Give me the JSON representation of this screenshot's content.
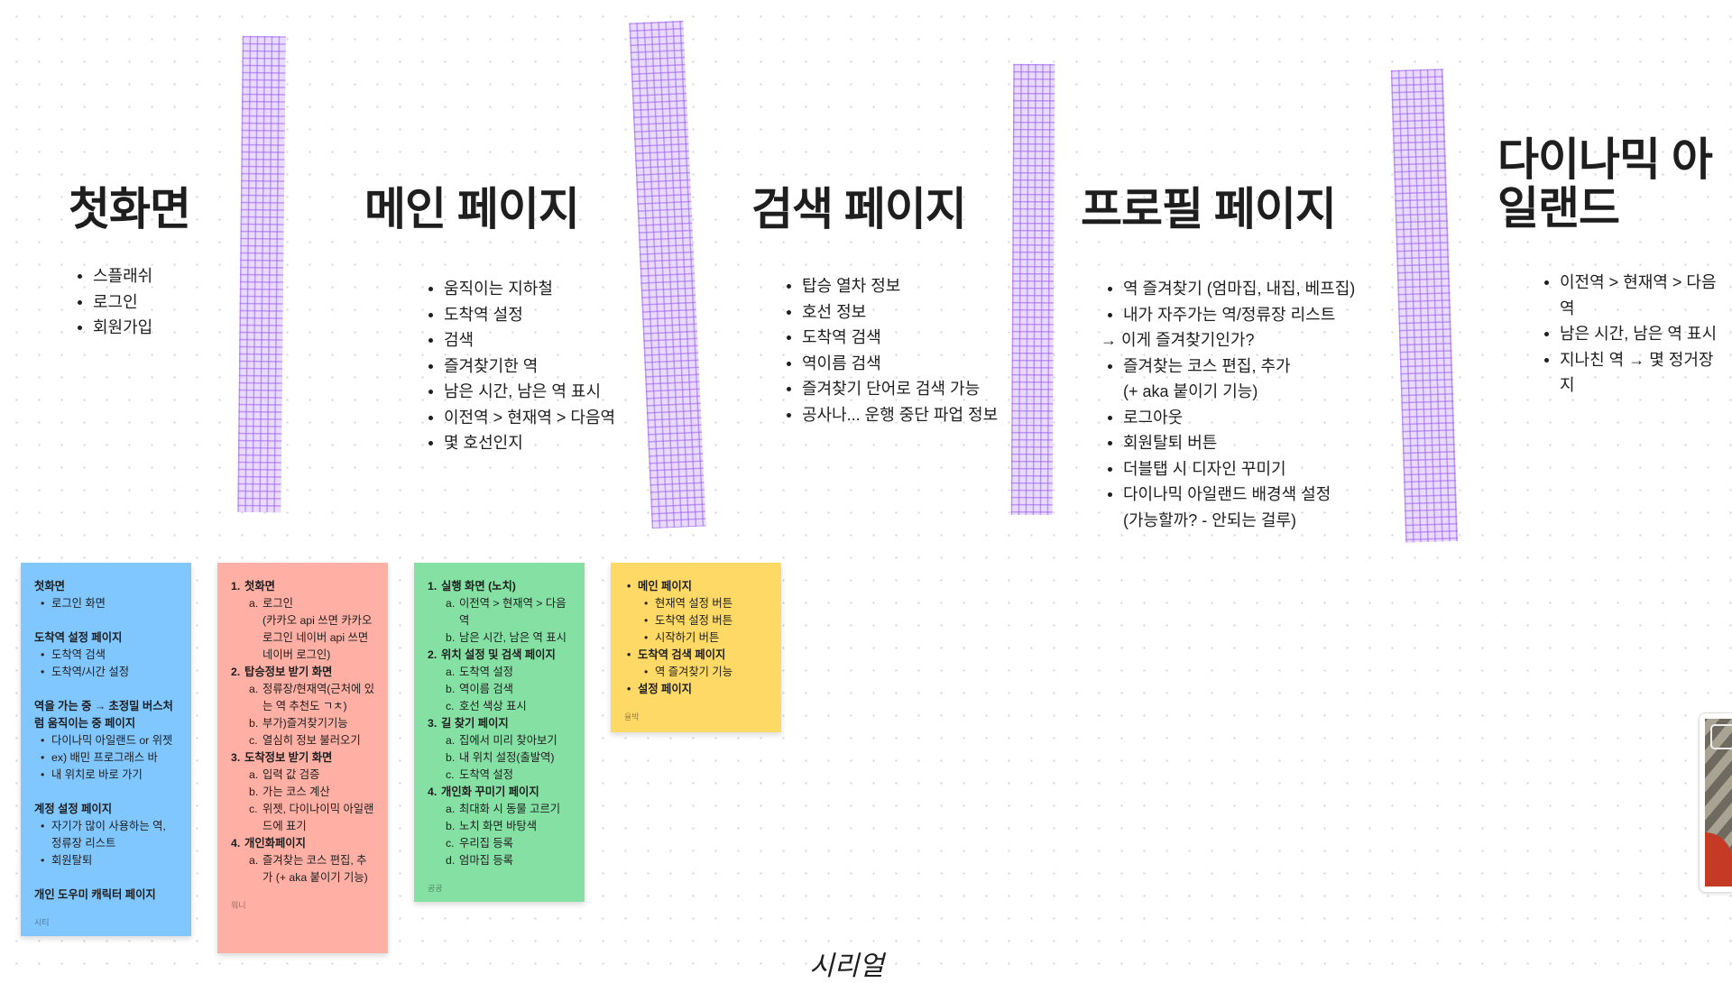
{
  "sections": [
    {
      "title": "첫화면",
      "items": [
        {
          "text": "스플래쉬",
          "type": "bul"
        },
        {
          "text": "로그인",
          "type": "bul"
        },
        {
          "text": "회원가입",
          "type": "bul"
        }
      ]
    },
    {
      "title": "메인 페이지",
      "items": [
        {
          "text": "움직이는 지하철",
          "type": "bul"
        },
        {
          "text": "도착역 설정",
          "type": "bul"
        },
        {
          "text": "검색",
          "type": "bul"
        },
        {
          "text": "즐겨찾기한 역",
          "type": "bul"
        },
        {
          "text": "남은 시간, 남은 역 표시",
          "type": "bul"
        },
        {
          "text": "이전역 > 현재역 > 다음역",
          "type": "bul"
        },
        {
          "text": "몇 호선인지",
          "type": "bul"
        }
      ]
    },
    {
      "title": "검색 페이지",
      "items": [
        {
          "text": "탑승 열차 정보",
          "type": "bul"
        },
        {
          "text": "호선 정보",
          "type": "bul"
        },
        {
          "text": "도착역 검색",
          "type": "bul"
        },
        {
          "text": "역이름 검색",
          "type": "bul"
        },
        {
          "text": "즐겨찾기 단어로 검색 가능",
          "type": "bul"
        },
        {
          "text": "공사나... 운행 중단 파업 정보",
          "type": "bul"
        }
      ]
    },
    {
      "title": "프로필 페이지",
      "items": [
        {
          "text": "역 즐겨찾기 (엄마집, 내집, 베프집)",
          "type": "bul"
        },
        {
          "text": "내가 자주가는 역/정류장 리스트",
          "type": "bul"
        },
        {
          "text": "→ 이게 즐겨찾기인가?",
          "type": "plain"
        },
        {
          "text": "즐겨찾는 코스 편집, 추가",
          "type": "bul"
        },
        {
          "text": "(+ aka 붙이기 기능)",
          "type": "cont"
        },
        {
          "text": "로그아웃",
          "type": "bul"
        },
        {
          "text": "회원탈퇴 버튼",
          "type": "bul"
        },
        {
          "text": "더블탭 시 디자인 꾸미기",
          "type": "bul"
        },
        {
          "text": "다이나믹 아일랜드 배경색 설정",
          "type": "bul"
        },
        {
          "text": "(가능할까? - 안되는 걸루)",
          "type": "cont"
        }
      ]
    },
    {
      "title": "다이나믹 아일랜드",
      "items": [
        {
          "text": "이전역 > 현재역 > 다음역",
          "type": "bul"
        },
        {
          "text": "남은 시간, 남은 역 표시",
          "type": "bul"
        },
        {
          "text": "지나친 역 → 몇 정거장 지",
          "type": "bul"
        }
      ]
    }
  ],
  "stickies": [
    {
      "color": "#80c6ff",
      "author": "시티",
      "lines": [
        {
          "text": "첫화면",
          "kind": "h"
        },
        {
          "text": "로그인 화면",
          "kind": "b",
          "level": 1
        },
        {
          "kind": "gap"
        },
        {
          "text": "도착역 설정 페이지",
          "kind": "h"
        },
        {
          "text": "도착역 검색",
          "kind": "b",
          "level": 1
        },
        {
          "text": "도착역/시간 설정",
          "kind": "b",
          "level": 1
        },
        {
          "kind": "gap"
        },
        {
          "text": "역을 가는 중 → 초정밀 버스처럼 움직이는 중 페이지",
          "kind": "h"
        },
        {
          "text": "다이나믹 아일랜드 or 위젯",
          "kind": "b",
          "level": 1
        },
        {
          "text": "ex) 배민 프로그래스 바",
          "kind": "b",
          "level": 1
        },
        {
          "text": "내 위치로 바로 가기",
          "kind": "b",
          "level": 1
        },
        {
          "kind": "gap"
        },
        {
          "text": "계정 설정 페이지",
          "kind": "h"
        },
        {
          "text": "자기가 많이 사용하는 역, 정류장 리스트",
          "kind": "b",
          "level": 1
        },
        {
          "text": "회원탈퇴",
          "kind": "b",
          "level": 1
        },
        {
          "kind": "gap"
        },
        {
          "text": "개인 도우미 캐릭터 페이지",
          "kind": "h"
        }
      ]
    },
    {
      "color": "#ffafa3",
      "author": "워니",
      "lines": [
        {
          "text": "첫화면",
          "kind": "h",
          "marker": "1."
        },
        {
          "text": "로그인",
          "kind": "o",
          "marker": "a."
        },
        {
          "text": "(카카오 api 쓰면 카카오 로그인 네이버 api 쓰면 네이버 로그인)",
          "kind": "c"
        },
        {
          "text": "탑승정보 받기 화면",
          "kind": "h",
          "marker": "2."
        },
        {
          "text": "정류장/현재역(근처에 있는 역 추천도 ㄱㅊ)",
          "kind": "o",
          "marker": "a."
        },
        {
          "text": "부가)즐겨찾기기능",
          "kind": "o",
          "marker": "b."
        },
        {
          "text": "열심히 정보 불러오기",
          "kind": "o",
          "marker": "c."
        },
        {
          "text": "도착정보 받기 화면",
          "kind": "h",
          "marker": "3."
        },
        {
          "text": "입력 값 검증",
          "kind": "o",
          "marker": "a."
        },
        {
          "text": "가는 코스 계산",
          "kind": "o",
          "marker": "b."
        },
        {
          "text": "위젯, 다이나이믹 아일랜드에 표기",
          "kind": "o",
          "marker": "c."
        },
        {
          "text": "개인화페이지",
          "kind": "h",
          "marker": "4."
        },
        {
          "text": "즐겨찾는 코스 편집, 추가 (+ aka 붙이기 기능)",
          "kind": "o",
          "marker": "a."
        }
      ]
    },
    {
      "color": "#85e0a3",
      "author": "공공",
      "lines": [
        {
          "text": "실행 화면 (노치)",
          "kind": "h",
          "marker": "1."
        },
        {
          "text": "이전역 > 현재역 > 다음역",
          "kind": "o",
          "marker": "a."
        },
        {
          "text": "남은 시간, 남은 역 표시",
          "kind": "o",
          "marker": "b."
        },
        {
          "text": "위치 설정 및 검색 페이지",
          "kind": "h",
          "marker": "2."
        },
        {
          "text": "도착역 설정",
          "kind": "o",
          "marker": "a."
        },
        {
          "text": "역이름 검색",
          "kind": "o",
          "marker": "b."
        },
        {
          "text": "호선 색상 표시",
          "kind": "o",
          "marker": "c."
        },
        {
          "text": "길 찾기 페이지",
          "kind": "h",
          "marker": "3."
        },
        {
          "text": "집에서 미리 찾아보기",
          "kind": "o",
          "marker": "a."
        },
        {
          "text": "내 위치 설정(출발역)",
          "kind": "o",
          "marker": "b."
        },
        {
          "text": "도착역 설정",
          "kind": "o",
          "marker": "c."
        },
        {
          "text": "개인화 꾸미기 페이지",
          "kind": "h",
          "marker": "4."
        },
        {
          "text": "최대화 시 동물 고르기",
          "kind": "o",
          "marker": "a."
        },
        {
          "text": "노치 화면 바탕색",
          "kind": "o",
          "marker": "b."
        },
        {
          "text": "우리집 등록",
          "kind": "o",
          "marker": "c."
        },
        {
          "text": "엄마집 등록",
          "kind": "o",
          "marker": "d."
        }
      ]
    },
    {
      "color": "#ffd966",
      "author": "율박",
      "lines": [
        {
          "text": "메인 페이지",
          "kind": "hb"
        },
        {
          "text": "현재역 설정 버튼",
          "kind": "b",
          "level": 2
        },
        {
          "text": "도착역 설정 버튼",
          "kind": "b",
          "level": 2
        },
        {
          "text": "시작하기 버튼",
          "kind": "b",
          "level": 2
        },
        {
          "text": "도착역 검색 페이지",
          "kind": "hb"
        },
        {
          "text": "역 즐겨찾기 기능",
          "kind": "b",
          "level": 2
        },
        {
          "text": "설정 페이지",
          "kind": "hb"
        }
      ]
    }
  ],
  "bottom_text": "시리얼",
  "tape_color": "#c9a6ff"
}
